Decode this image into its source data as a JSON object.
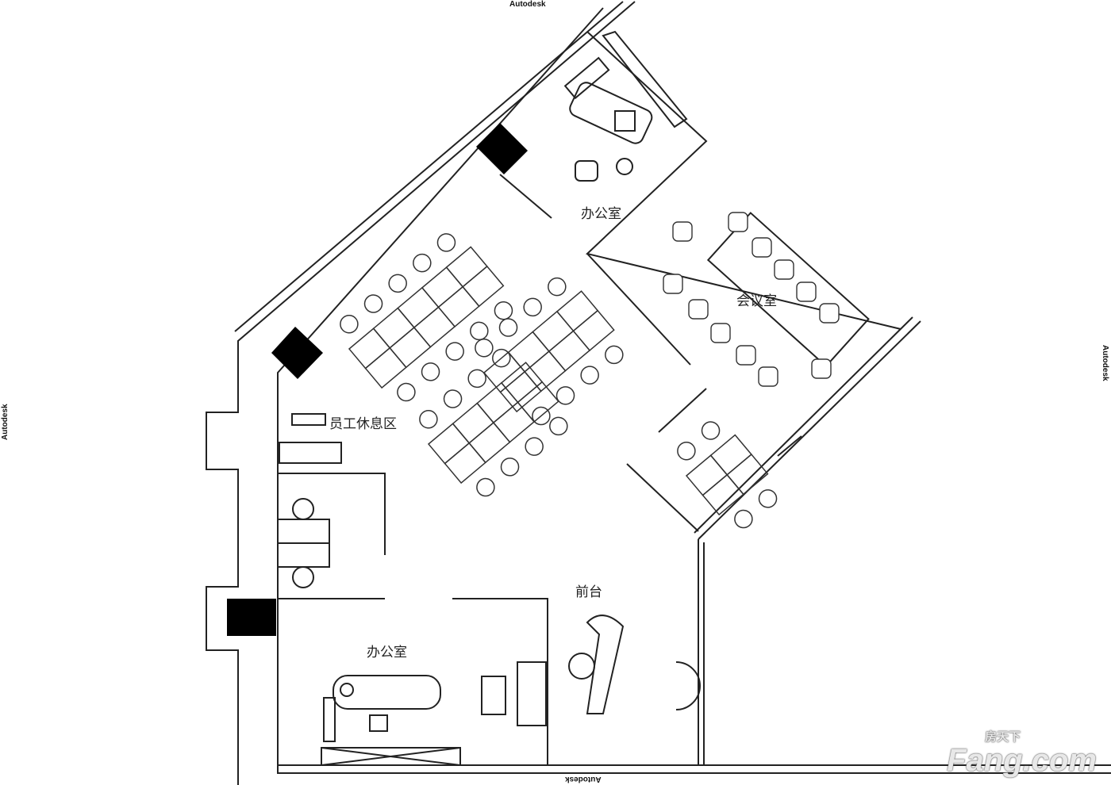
{
  "labels": {
    "office_top": "办公室",
    "meeting_room": "会议室",
    "staff_lounge": "员工休息区",
    "reception": "前台",
    "office_bottom": "办公室"
  },
  "watermarks": {
    "autodesk_top": "Autodesk",
    "autodesk_left": "Autodesk",
    "autodesk_right": "Autodesk",
    "autodesk_bottom": "Autodesk"
  },
  "logo": {
    "text": "Fang.com",
    "cn": "房天下"
  }
}
